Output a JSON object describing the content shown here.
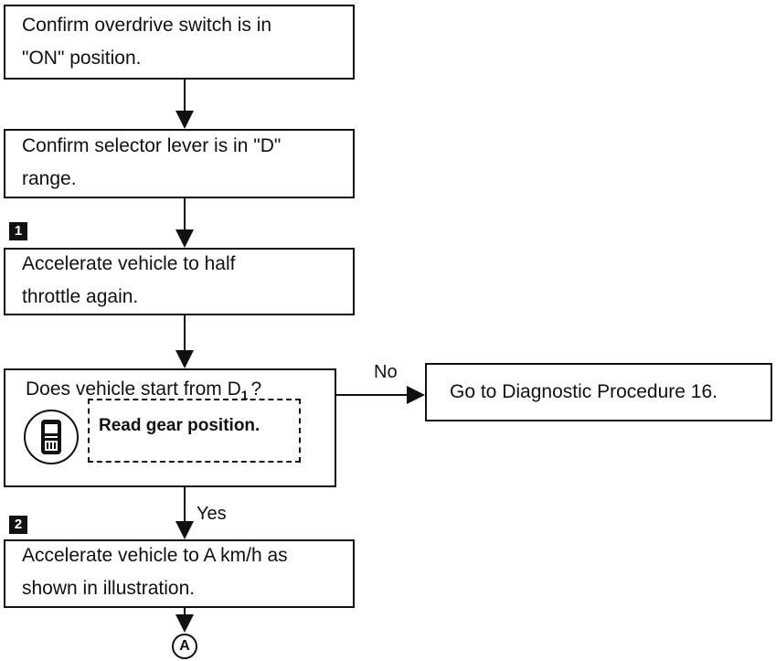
{
  "nodes": {
    "confirm_overdrive": "Confirm overdrive switch is in\n\"ON\" position.",
    "confirm_selector": "Confirm selector lever is in \"D\"\nrange.",
    "accelerate_half": "Accelerate vehicle to half\nthrottle again.",
    "question_prefix": "Does vehicle start from D",
    "question_sub": "1",
    "question_suffix": "?",
    "read_gear": "Read gear position.",
    "go_procedure": "Go to Diagnostic Procedure 16.",
    "accelerate_a": "Accelerate vehicle to A km/h as\nshown in illustration."
  },
  "step_markers": [
    "1",
    "2"
  ],
  "edges": {
    "no": "No",
    "yes": "Yes"
  },
  "connector": "A",
  "icons": {
    "monitor": "consult-monitor-icon"
  }
}
